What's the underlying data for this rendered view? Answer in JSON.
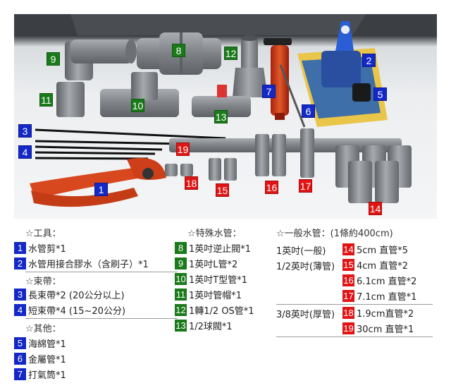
{
  "colors": {
    "blue_tag": "#1428c8",
    "green_tag": "#1a7a1a",
    "red_tag": "#e01414",
    "pvc_gray": "#8a8e92"
  },
  "photo_tags": [
    "1",
    "2",
    "3",
    "4",
    "5",
    "6",
    "7",
    "8",
    "9",
    "10",
    "11",
    "12",
    "13",
    "14",
    "15",
    "16",
    "17",
    "18",
    "19"
  ],
  "legend": {
    "tools": {
      "header": "☆工具：",
      "items": [
        {
          "num": "1",
          "text": "水管剪*1"
        },
        {
          "num": "2",
          "text": "水管用接合膠水（含刷子）*1"
        }
      ]
    },
    "ties": {
      "header": "☆束帶：",
      "items": [
        {
          "num": "3",
          "text": "長束帶*2 (20公分以上)"
        },
        {
          "num": "4",
          "text": "短束帶*4 (15~20公分)"
        }
      ]
    },
    "others": {
      "header": "☆其他：",
      "items": [
        {
          "num": "5",
          "text": "海綿管*1"
        },
        {
          "num": "6",
          "text": "金屬管*1"
        },
        {
          "num": "7",
          "text": "打氣筒*1"
        }
      ]
    },
    "special": {
      "header": "☆特殊水管：",
      "items": [
        {
          "num": "8",
          "text": "1英吋逆止閥*1"
        },
        {
          "num": "9",
          "text": "1英吋L管*2"
        },
        {
          "num": "10",
          "text": "1英吋T型管*1"
        },
        {
          "num": "11",
          "text": "1英吋管帽*1"
        },
        {
          "num": "12",
          "text": "1轉1/2 OS管*1"
        },
        {
          "num": "13",
          "text": "1/2球閥*1"
        }
      ]
    },
    "general": {
      "header": "☆一般水管：(1條約400cm)",
      "groups": [
        {
          "label": "1英吋(一般)",
          "items": [
            {
              "num": "14",
              "text": "5cm 直管*5"
            }
          ]
        },
        {
          "label": "1/2英吋(薄管)",
          "items": [
            {
              "num": "15",
              "text": "4cm 直管*2"
            },
            {
              "num": "16",
              "text": "6.1cm 直管*2"
            },
            {
              "num": "17",
              "text": "7.1cm 直管*1"
            }
          ]
        },
        {
          "label": "3/8英吋(厚管)",
          "items": [
            {
              "num": "18",
              "text": "1.9cm直管*2"
            },
            {
              "num": "19",
              "text": "30cm 直管*1"
            }
          ]
        }
      ]
    }
  }
}
